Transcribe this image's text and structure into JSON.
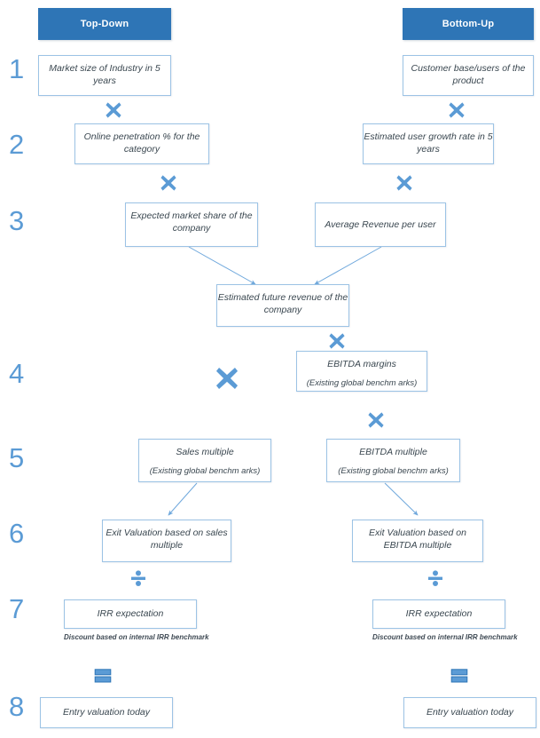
{
  "columns": [
    {
      "id": "top-down",
      "label": "Top-Down"
    },
    {
      "id": "bottom-up",
      "label": "Bottom-Up"
    }
  ],
  "steps": [
    {
      "number": "1"
    },
    {
      "number": "2"
    },
    {
      "number": "3"
    },
    {
      "number": "4"
    },
    {
      "number": "5"
    },
    {
      "number": "6"
    },
    {
      "number": "7"
    },
    {
      "number": "8"
    }
  ],
  "boxes": {
    "market_size": {
      "line1": "Market size of Industry in 5 years"
    },
    "customer_base": {
      "line1": "Customer base/users of the product"
    },
    "online_penetration": {
      "line1": "Online penetration % for the category"
    },
    "user_growth": {
      "line1": "Estimated user growth rate in 5 years"
    },
    "market_share": {
      "line1": "Expected market share of the company"
    },
    "arpu": {
      "line1": "Average Revenue per user"
    },
    "future_revenue": {
      "line1": "Estimated future revenue of the company"
    },
    "ebitda_margins": {
      "line1": "EBITDA margins",
      "line2": "(Existing global benchm arks)"
    },
    "sales_multiple": {
      "line1": "Sales multiple",
      "line2": "(Existing global benchm arks)"
    },
    "ebitda_multiple": {
      "line1": "EBITDA multiple",
      "line2": "(Existing global benchm arks)"
    },
    "exit_val_sales": {
      "line1": "Exit Valuation based on sales multiple"
    },
    "exit_val_ebitda": {
      "line1": "Exit Valuation based on EBITDA multiple"
    },
    "irr_left": {
      "line1": "IRR expectation"
    },
    "irr_right": {
      "line1": "IRR expectation"
    },
    "entry_val_left": {
      "line1": "Entry valuation today"
    },
    "entry_val_right": {
      "line1": "Entry valuation today"
    }
  },
  "captions": {
    "discount_left": "Discount based on internal IRR benchmark",
    "discount_right": "Discount based on internal IRR benchmark"
  },
  "operators": {
    "multiply": "multiply-icon",
    "divide": "divide-icon",
    "equals": "equals-icon"
  },
  "colors": {
    "header_fill": "#2E75B6",
    "header_text": "#FFFFFF",
    "box_border": "#9CC3E5",
    "box_text": "#3A4750",
    "step_number": "#5B9BD5",
    "operator": "#5B9BD5",
    "arrow": "#6FA8DC",
    "background": "#FFFFFF"
  }
}
